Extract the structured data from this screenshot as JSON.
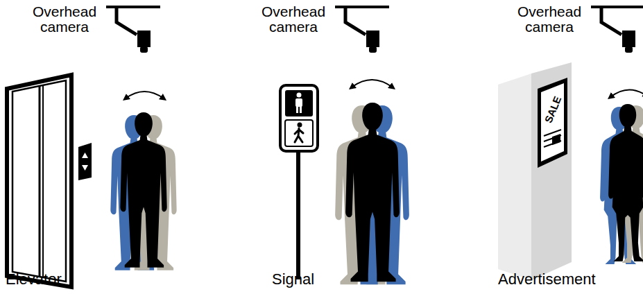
{
  "diagram": {
    "labels": [
      "Overhead camera",
      "Overhead camera",
      "Overhead camera",
      "SALE",
      "Elevator",
      "Signal",
      "Advertisement"
    ]
  }
}
